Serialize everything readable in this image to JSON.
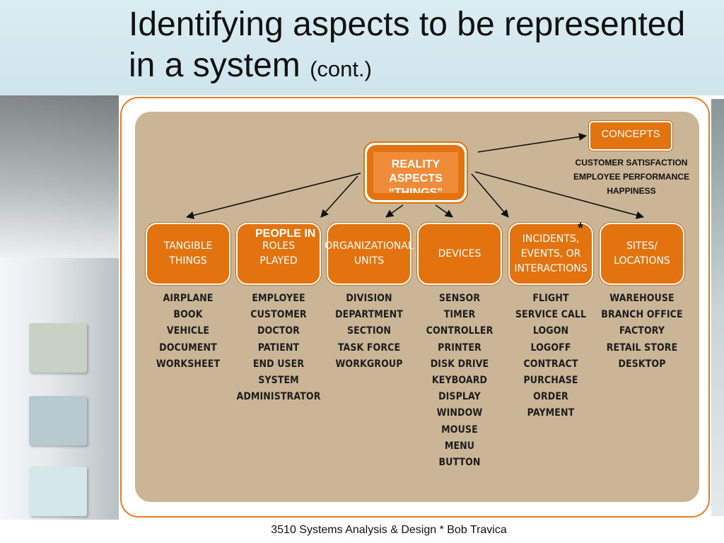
{
  "slide": {
    "title_main": "Identifying aspects to be represented in a system",
    "title_suffix": "(cont.)",
    "footer": "3510 Systems Analysis & Design * Bob Travica"
  },
  "colors": {
    "node_fill": "#e2730f",
    "panel_fill": "#cbb597",
    "frame_border": "#e97c25",
    "swatches": [
      "#c7d1c4",
      "#b8c9d0",
      "#d4e8ec"
    ]
  },
  "diagram": {
    "root": {
      "lines": [
        "REALITY",
        "ASPECTS",
        "“THINGS”"
      ]
    },
    "concepts": {
      "label": "CONCEPTS",
      "items": [
        "CUSTOMER SATISFACTION",
        "EMPLOYEE PERFORMANCE",
        "HAPPINESS"
      ]
    },
    "annotation_people": "PEOPLE IN",
    "annotation_star": "*",
    "categories": [
      {
        "label_lines": [
          "TANGIBLE",
          "THINGS"
        ],
        "examples": [
          "AIRPLANE",
          "BOOK",
          "VEHICLE",
          "DOCUMENT",
          "WORKSHEET"
        ]
      },
      {
        "label_lines": [
          "ROLES",
          "PLAYED"
        ],
        "examples": [
          "EMPLOYEE",
          "CUSTOMER",
          "DOCTOR",
          "PATIENT",
          "END USER",
          "SYSTEM",
          "ADMINISTRATOR"
        ]
      },
      {
        "label_lines": [
          "ORGANIZATIONAL",
          "UNITS"
        ],
        "examples": [
          "DIVISION",
          "DEPARTMENT",
          "SECTION",
          "TASK FORCE",
          "WORKGROUP"
        ]
      },
      {
        "label_lines": [
          "DEVICES"
        ],
        "examples": [
          "SENSOR",
          "TIMER",
          "CONTROLLER",
          "PRINTER",
          "DISK DRIVE",
          "KEYBOARD",
          "DISPLAY",
          "WINDOW",
          "MOUSE",
          "MENU",
          "BUTTON"
        ]
      },
      {
        "label_lines": [
          "INCIDENTS,",
          "EVENTS, OR",
          "INTERACTIONS"
        ],
        "examples": [
          "FLIGHT",
          "SERVICE CALL",
          "LOGON",
          "LOGOFF",
          "CONTRACT",
          "PURCHASE",
          "ORDER",
          "PAYMENT"
        ]
      },
      {
        "label_lines": [
          "SITES/",
          "LOCATIONS"
        ],
        "examples": [
          "WAREHOUSE",
          "BRANCH OFFICE",
          "FACTORY",
          "RETAIL STORE",
          "DESKTOP"
        ]
      }
    ]
  }
}
